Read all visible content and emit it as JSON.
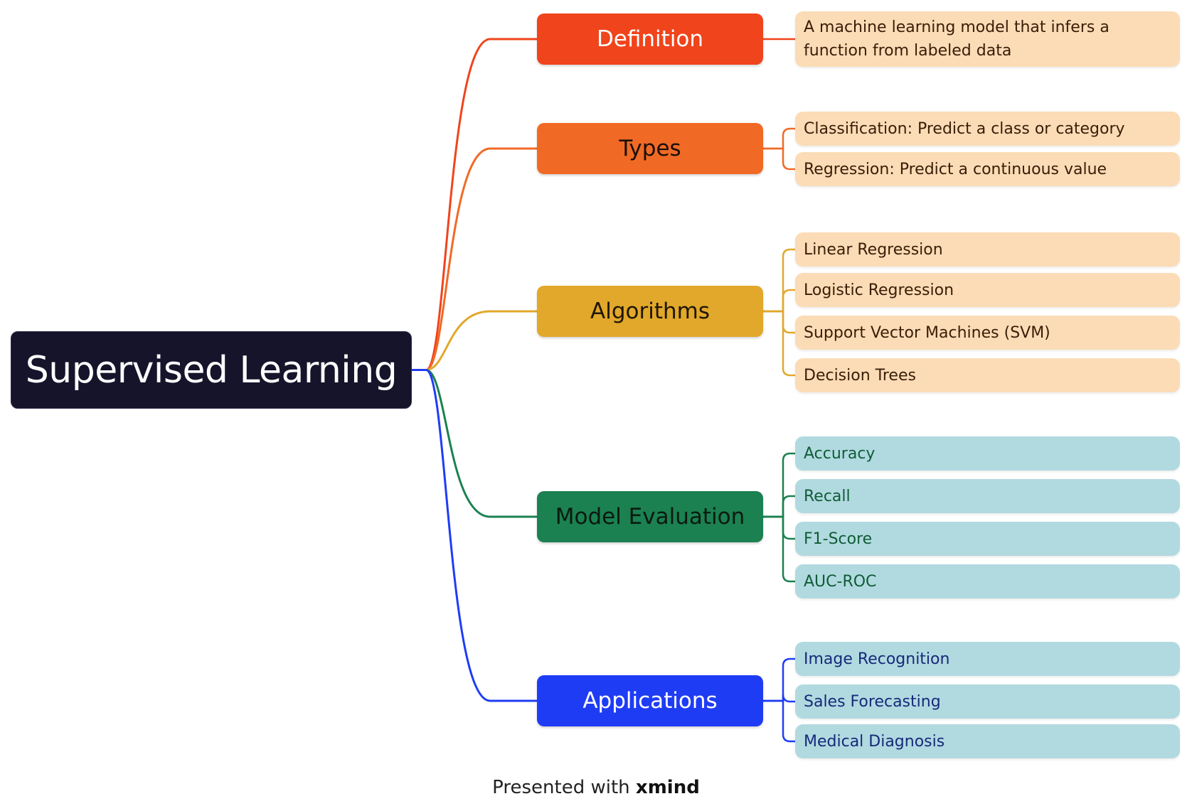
{
  "root": {
    "label": "Supervised Learning"
  },
  "branches": [
    {
      "label": "Definition",
      "color": "#f0441c",
      "text_color": "#ffffff",
      "children": [
        "A machine learning model that infers a function from labeled data"
      ]
    },
    {
      "label": "Types",
      "color": "#f06a26",
      "text_color": "#1a0f08",
      "children": [
        "Classification: Predict a class or category",
        "Regression: Predict a continuous value"
      ]
    },
    {
      "label": "Algorithms",
      "color": "#e2a82b",
      "text_color": "#1f1606",
      "children": [
        "Linear Regression",
        "Logistic Regression",
        "Support Vector Machines (SVM)",
        "Decision Trees"
      ]
    },
    {
      "label": "Model Evaluation",
      "color": "#1b8150",
      "text_color": "#0b1a12",
      "children": [
        "Accuracy",
        "Recall",
        "F1-Score",
        "AUC-ROC"
      ]
    },
    {
      "label": "Applications",
      "color": "#1f3cf5",
      "text_color": "#ffffff",
      "children": [
        "Image Recognition",
        "Sales Forecasting",
        "Medical Diagnosis"
      ]
    }
  ],
  "footer": {
    "prefix": "Presented with",
    "brand": "xmind"
  }
}
